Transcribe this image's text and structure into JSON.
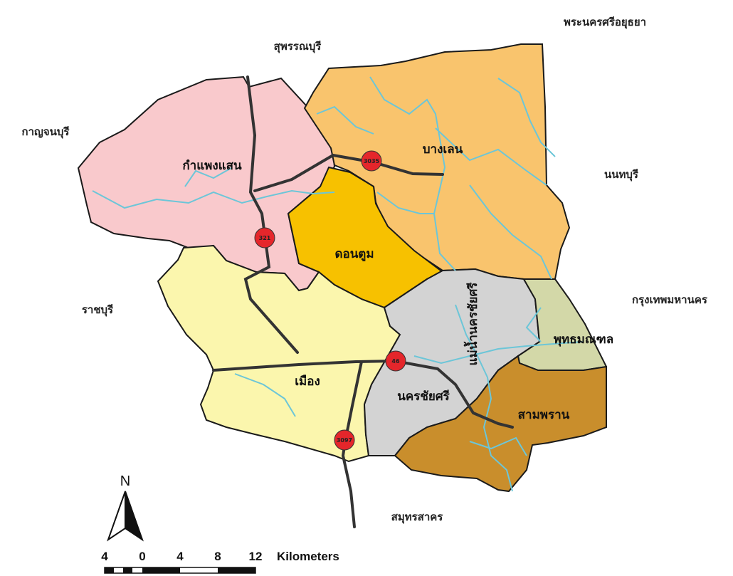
{
  "provinces": {
    "ayutthaya": "พระนครศรีอยุธยา",
    "suphanburi": "สุพรรณบุรี",
    "kanchanaburi": "กาญจนบุรี",
    "nonthaburi": "นนทบุรี",
    "ratchaburi": "ราชบุรี",
    "bangkok": "กรุงเทพมหานคร",
    "samut_sakhon": "สมุทรสาคร"
  },
  "districts": {
    "kamphaeng_saen": "กำแพงแสน",
    "bang_len": "บางเลน",
    "don_tum": "ดอนตูม",
    "mueang": "เมือง",
    "nakhon_chai_si": "นครชัยศรี",
    "sam_phran": "สามพราน",
    "phutthamonthon": "พุทธมณฑล",
    "bang_phae": "แม่น้ำนครชัยศรี"
  },
  "roads": {
    "r3035": "3035",
    "r321": "321",
    "r46": "46",
    "r3097": "3097"
  },
  "north_arrow": {
    "label": "N"
  },
  "scale": {
    "ticks": [
      "4",
      "0",
      "4",
      "8",
      "12"
    ],
    "unit": "Kilometers"
  },
  "colors": {
    "kamphaeng_saen": "#f9c9cc",
    "bang_len": "#f9c46d",
    "don_tum": "#f7c100",
    "mueang": "#fbf6ad",
    "nakhon_chai_si": "#d3d3d3",
    "sam_phran": "#c98e2c",
    "phutthamonthon": "#d3d8a8",
    "river": "#6cc6d8",
    "road": "#333333",
    "road_marker": "#e5262b"
  }
}
